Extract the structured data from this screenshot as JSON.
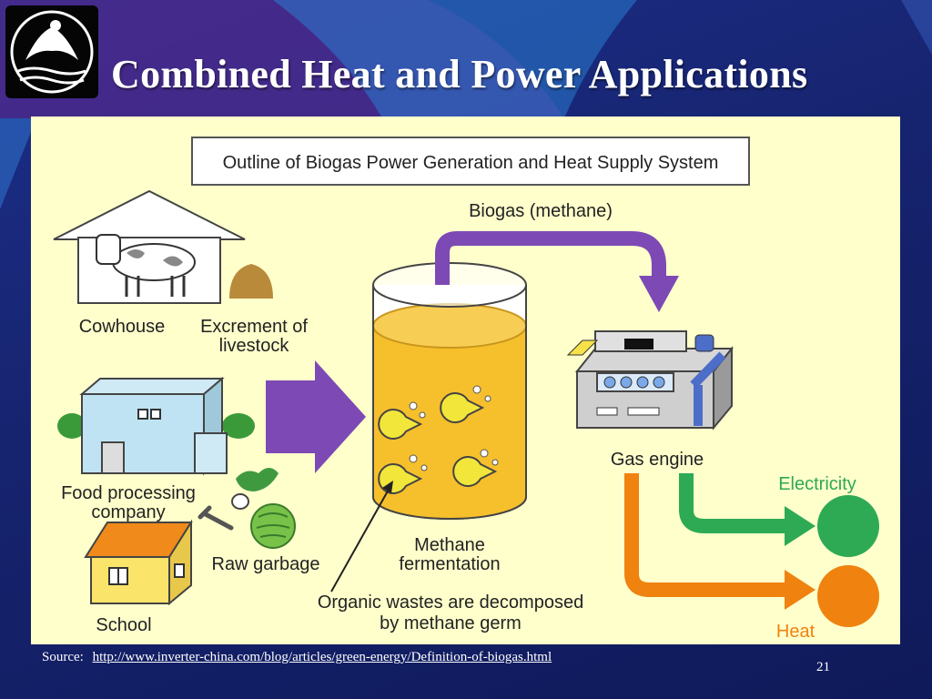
{
  "slide": {
    "title": "Combined Heat and Power Applications",
    "page_number": "21",
    "source_label": "Source:",
    "source_url": "http://www.inverter-china.com/blog/articles/green-energy/Definition-of-biogas.html"
  },
  "diagram": {
    "heading": "Outline of Biogas Power Generation and Heat Supply System",
    "biogas": "Biogas (methane)",
    "cowhouse": "Cowhouse",
    "excrement_line1": "Excrement of",
    "excrement_line2": "livestock",
    "food_line1": "Food processing",
    "food_line2": "company",
    "raw_garbage": "Raw garbage",
    "school": "School",
    "methane_line1": "Methane",
    "methane_line2": "fermentation",
    "organic_line1": "Organic wastes are decomposed",
    "organic_line2": "by methane germ",
    "gas_engine": "Gas engine",
    "electricity": "Electricity",
    "heat": "Heat"
  },
  "colors": {
    "panel": "#ffffcc",
    "arrow_purple": "#7d49b5",
    "electricity": "#2eaa55",
    "heat": "#f0820f",
    "tank_liquid": "#f6bf2c",
    "germ": "#f2e63a"
  }
}
